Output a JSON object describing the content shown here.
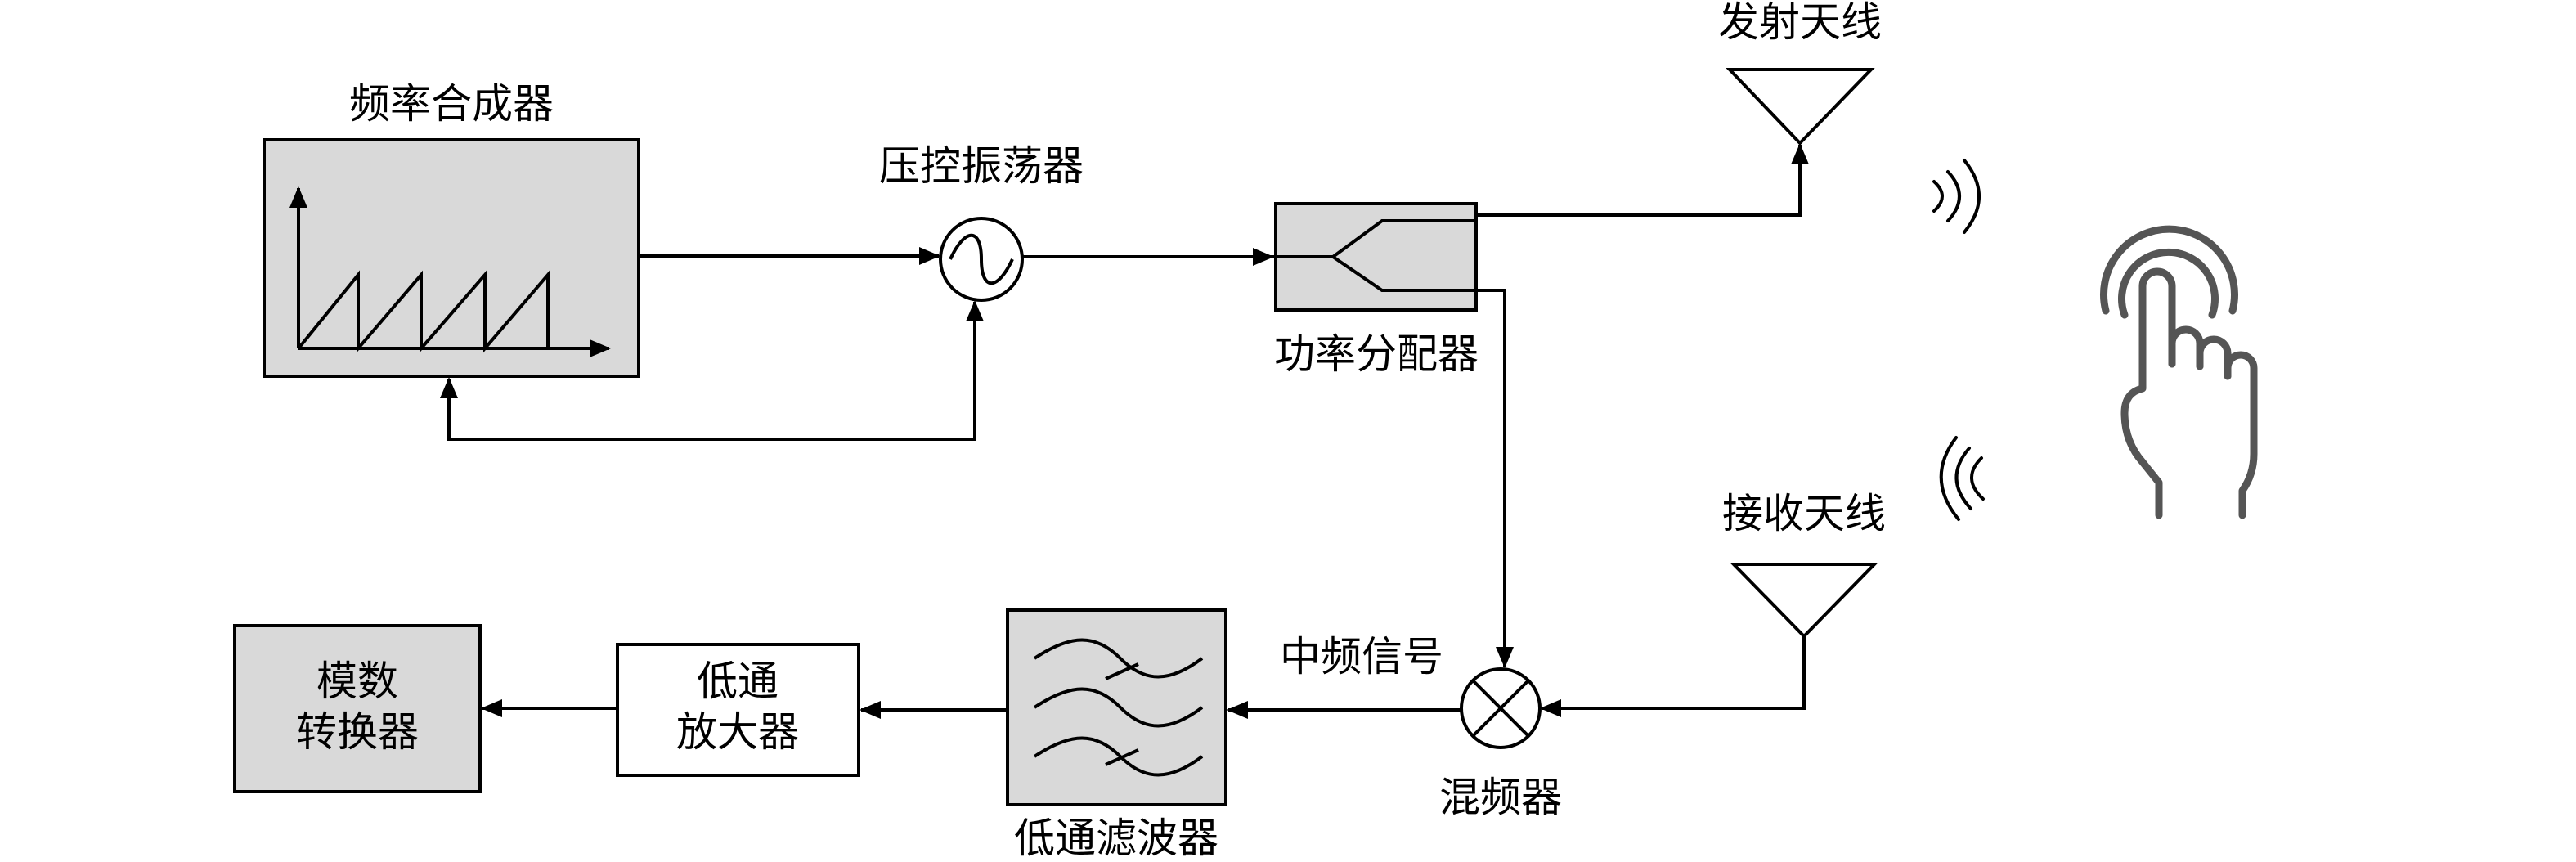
{
  "labels": {
    "freq_synth": "频率合成器",
    "vco": "压控振荡器",
    "power_divider": "功率分配器",
    "tx_antenna": "发射天线",
    "rx_antenna": "接收天线",
    "mixer": "混频器",
    "if_signal": "中频信号",
    "lpf": "低通滤波器",
    "lna_line1": "低通",
    "lna_line2": "放大器",
    "adc_line1": "模数",
    "adc_line2": "转换器"
  },
  "icons": [
    "sawtooth-waveform-icon",
    "oscillator-icon",
    "antenna-icon",
    "wireless-wave-icon",
    "mixer-icon",
    "filter-wave-icon",
    "hand-gesture-icon"
  ],
  "colors": {
    "box_fill": "#d9d9d9",
    "stroke": "#000000",
    "hand": "#555555"
  }
}
